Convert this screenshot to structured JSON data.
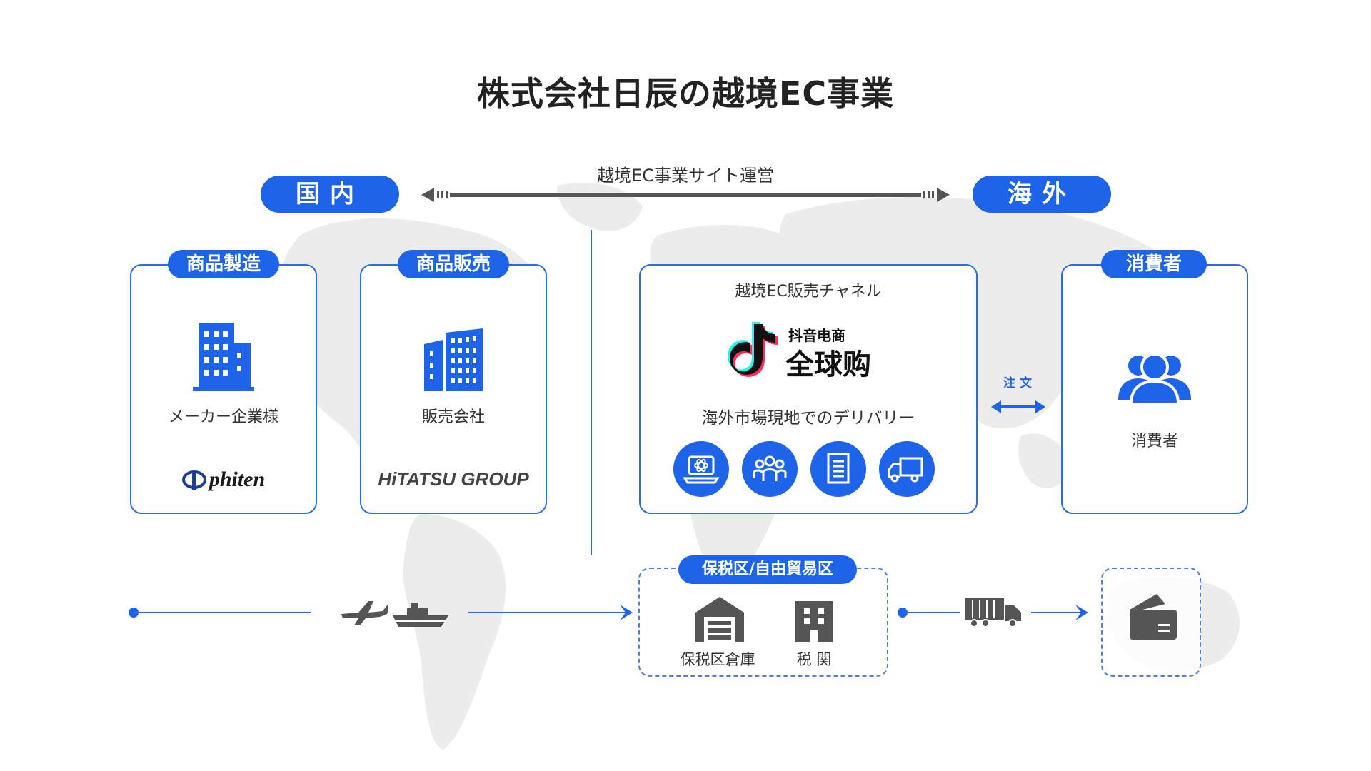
{
  "title": "株式会社日辰の越境EC事業",
  "regions": {
    "domestic": "国内",
    "overseas": "海外",
    "operation": "越境EC事業サイト運営"
  },
  "cards": {
    "manufacturing": {
      "badge": "商品製造",
      "label": "メーカー企業様",
      "logo": "phiten"
    },
    "sales": {
      "badge": "商品販売",
      "label": "販売会社",
      "logo": "HiTATSU GROUP"
    },
    "channel": {
      "heading": "越境EC販売チャネル",
      "brand_top": "抖音电商",
      "brand_main": "全球购",
      "delivery": "海外市場現地でのデリバリー",
      "icons": [
        "laptop-icon",
        "team-icon",
        "document-icon",
        "delivery-truck-icon"
      ]
    },
    "consumer": {
      "badge": "消費者",
      "label": "消費者"
    }
  },
  "order_label": "注 文",
  "bonded": {
    "badge": "保税区/自由貿易区",
    "warehouse": "保税区倉庫",
    "customs": "税 関"
  },
  "colors": {
    "accent": "#1d64e8",
    "icon_gray": "#555555",
    "map": "#ececec"
  }
}
